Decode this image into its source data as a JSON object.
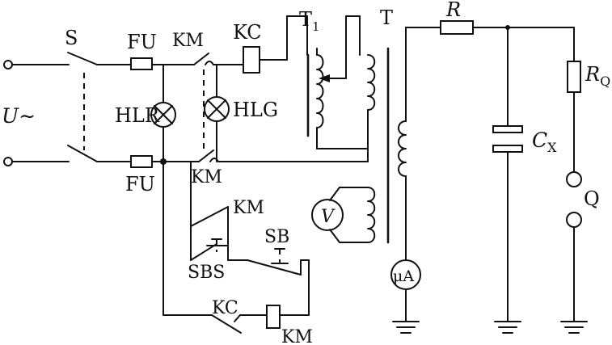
{
  "labels": {
    "supply": "U∼",
    "switch_s": "S",
    "fuse_top": "FU",
    "fuse_bottom": "FU",
    "contactor_top": "KM",
    "contactor_bottom": "KM",
    "contactor_hold": "KM",
    "contactor_coil": "KM",
    "relay_kc_top": "KC",
    "relay_kc_bottom": "KC",
    "lamp_red": "HLR",
    "lamp_green": "HLG",
    "autotransformer_main": "T",
    "autotransformer_sub": "1",
    "transformer": "T",
    "voltmeter": "V",
    "microammeter": "μA",
    "stop_button": "SBS",
    "start_button": "SB",
    "resistor_r": "R",
    "resistor_rq_main": "R",
    "resistor_rq_sub": "Q",
    "capacitor_main": "C",
    "capacitor_sub": "X",
    "gap_q": "Q"
  }
}
